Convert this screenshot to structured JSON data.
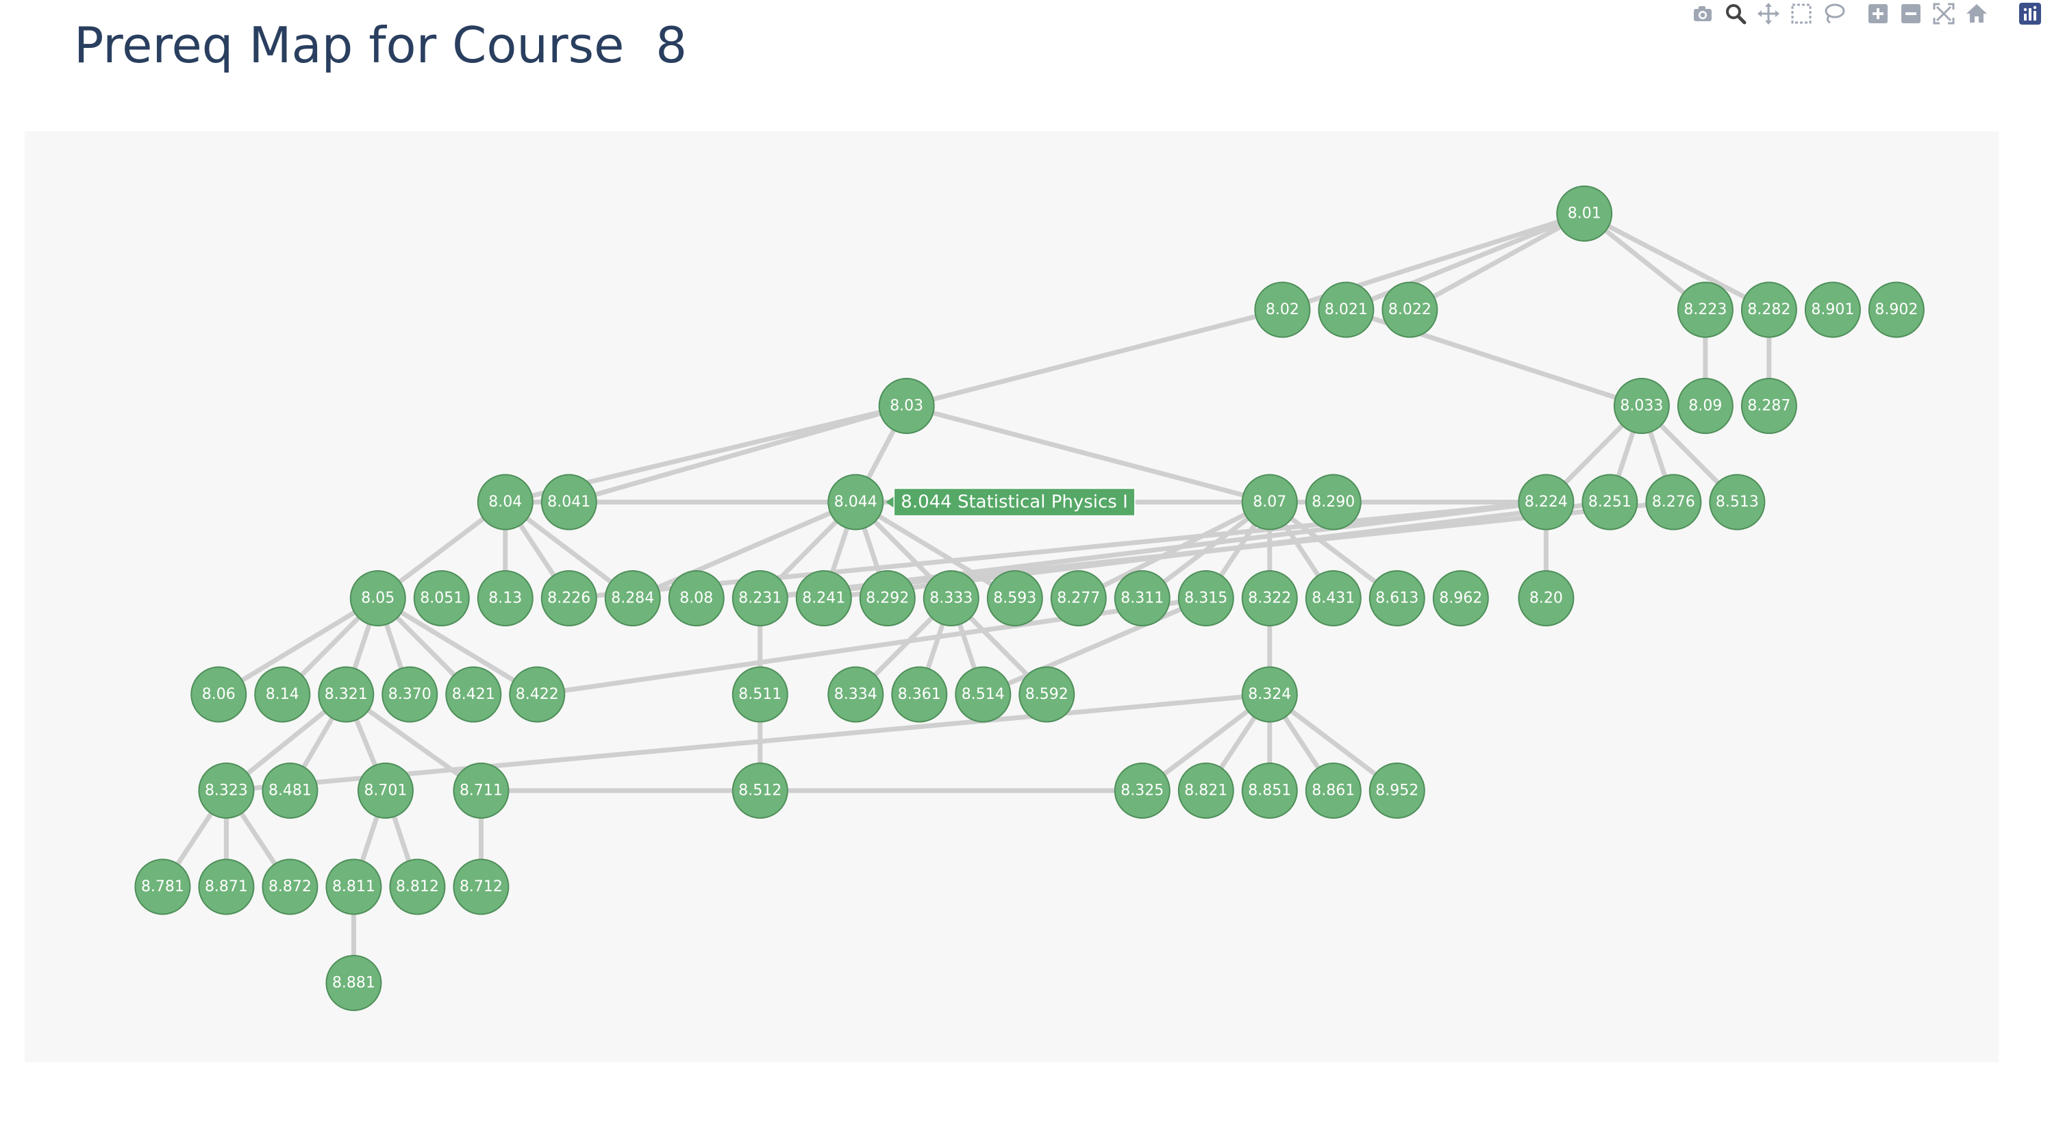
{
  "title": "Prereq Map for Course  8",
  "colors": {
    "node": "#6fb47a",
    "edge": "#cfcfcf",
    "plot_bg": "#f7f7f7",
    "title": "#2a3f5f",
    "icon": "#a0a7b4",
    "brand": "#3b4f8a"
  },
  "modebar": {
    "buttons": [
      "camera-icon",
      "zoom-icon",
      "pan-icon",
      "box-select-icon",
      "lasso-icon",
      "zoom-in-icon",
      "zoom-out-icon",
      "autoscale-icon",
      "home-icon",
      "plotly-logo-icon"
    ],
    "active": "zoom-icon"
  },
  "hover": {
    "node": "8.044",
    "label": "8.044 Statistical Physics I"
  },
  "graph": {
    "nodes": [
      {
        "id": "8.01",
        "row": 0,
        "col": 11.2
      },
      {
        "id": "8.02",
        "row": 1,
        "col": 8.83
      },
      {
        "id": "8.021",
        "row": 1,
        "col": 9.33
      },
      {
        "id": "8.022",
        "row": 1,
        "col": 9.83
      },
      {
        "id": "8.223",
        "row": 1,
        "col": 12.15
      },
      {
        "id": "8.282",
        "row": 1,
        "col": 12.65
      },
      {
        "id": "8.901",
        "row": 1,
        "col": 13.15
      },
      {
        "id": "8.902",
        "row": 1,
        "col": 13.65
      },
      {
        "id": "8.03",
        "row": 2,
        "col": 5.88
      },
      {
        "id": "8.033",
        "row": 2,
        "col": 11.65
      },
      {
        "id": "8.09",
        "row": 2,
        "col": 12.15
      },
      {
        "id": "8.287",
        "row": 2,
        "col": 12.65
      },
      {
        "id": "8.04",
        "row": 3,
        "col": 2.73
      },
      {
        "id": "8.041",
        "row": 3,
        "col": 3.23
      },
      {
        "id": "8.044",
        "row": 3,
        "col": 5.48
      },
      {
        "id": "8.07",
        "row": 3,
        "col": 8.73
      },
      {
        "id": "8.290",
        "row": 3,
        "col": 9.23
      },
      {
        "id": "8.224",
        "row": 3,
        "col": 10.9
      },
      {
        "id": "8.251",
        "row": 3,
        "col": 11.4
      },
      {
        "id": "8.276",
        "row": 3,
        "col": 11.9
      },
      {
        "id": "8.513",
        "row": 3,
        "col": 12.4
      },
      {
        "id": "8.05",
        "row": 4,
        "col": 1.73
      },
      {
        "id": "8.051",
        "row": 4,
        "col": 2.23
      },
      {
        "id": "8.13",
        "row": 4,
        "col": 2.73
      },
      {
        "id": "8.226",
        "row": 4,
        "col": 3.23
      },
      {
        "id": "8.284",
        "row": 4,
        "col": 3.73
      },
      {
        "id": "8.08",
        "row": 4,
        "col": 4.23
      },
      {
        "id": "8.231",
        "row": 4,
        "col": 4.73
      },
      {
        "id": "8.241",
        "row": 4,
        "col": 5.23
      },
      {
        "id": "8.292",
        "row": 4,
        "col": 5.73
      },
      {
        "id": "8.333",
        "row": 4,
        "col": 6.23
      },
      {
        "id": "8.593",
        "row": 4,
        "col": 6.73
      },
      {
        "id": "8.277",
        "row": 4,
        "col": 7.23
      },
      {
        "id": "8.311",
        "row": 4,
        "col": 7.73
      },
      {
        "id": "8.315",
        "row": 4,
        "col": 8.23
      },
      {
        "id": "8.322",
        "row": 4,
        "col": 8.73
      },
      {
        "id": "8.431",
        "row": 4,
        "col": 9.23
      },
      {
        "id": "8.613",
        "row": 4,
        "col": 9.73
      },
      {
        "id": "8.962",
        "row": 4,
        "col": 10.23
      },
      {
        "id": "8.20",
        "row": 4,
        "col": 10.9
      },
      {
        "id": "8.06",
        "row": 5,
        "col": 0.48
      },
      {
        "id": "8.14",
        "row": 5,
        "col": 0.98
      },
      {
        "id": "8.321",
        "row": 5,
        "col": 1.48
      },
      {
        "id": "8.370",
        "row": 5,
        "col": 1.98
      },
      {
        "id": "8.421",
        "row": 5,
        "col": 2.48
      },
      {
        "id": "8.422",
        "row": 5,
        "col": 2.98
      },
      {
        "id": "8.511",
        "row": 5,
        "col": 4.73
      },
      {
        "id": "8.334",
        "row": 5,
        "col": 5.48
      },
      {
        "id": "8.361",
        "row": 5,
        "col": 5.98
      },
      {
        "id": "8.514",
        "row": 5,
        "col": 6.48
      },
      {
        "id": "8.592",
        "row": 5,
        "col": 6.98
      },
      {
        "id": "8.324",
        "row": 5,
        "col": 8.73
      },
      {
        "id": "8.323",
        "row": 6,
        "col": 0.54
      },
      {
        "id": "8.481",
        "row": 6,
        "col": 1.04
      },
      {
        "id": "8.701",
        "row": 6,
        "col": 1.79
      },
      {
        "id": "8.711",
        "row": 6,
        "col": 2.54
      },
      {
        "id": "8.512",
        "row": 6,
        "col": 4.73
      },
      {
        "id": "8.325",
        "row": 6,
        "col": 7.73
      },
      {
        "id": "8.821",
        "row": 6,
        "col": 8.23
      },
      {
        "id": "8.851",
        "row": 6,
        "col": 8.73
      },
      {
        "id": "8.861",
        "row": 6,
        "col": 9.23
      },
      {
        "id": "8.952",
        "row": 6,
        "col": 9.73
      },
      {
        "id": "8.781",
        "row": 7,
        "col": 0.04
      },
      {
        "id": "8.871",
        "row": 7,
        "col": 0.54
      },
      {
        "id": "8.872",
        "row": 7,
        "col": 1.04
      },
      {
        "id": "8.811",
        "row": 7,
        "col": 1.54
      },
      {
        "id": "8.812",
        "row": 7,
        "col": 2.04
      },
      {
        "id": "8.712",
        "row": 7,
        "col": 2.54
      },
      {
        "id": "8.881",
        "row": 8,
        "col": 1.54
      }
    ],
    "edges": [
      [
        "8.01",
        "8.02"
      ],
      [
        "8.01",
        "8.021"
      ],
      [
        "8.01",
        "8.022"
      ],
      [
        "8.01",
        "8.223"
      ],
      [
        "8.01",
        "8.282"
      ],
      [
        "8.02",
        "8.03"
      ],
      [
        "8.021",
        "8.033"
      ],
      [
        "8.223",
        "8.09"
      ],
      [
        "8.282",
        "8.287"
      ],
      [
        "8.03",
        "8.04"
      ],
      [
        "8.03",
        "8.041"
      ],
      [
        "8.03",
        "8.044"
      ],
      [
        "8.03",
        "8.07"
      ],
      [
        "8.033",
        "8.224"
      ],
      [
        "8.033",
        "8.251"
      ],
      [
        "8.033",
        "8.276"
      ],
      [
        "8.033",
        "8.513"
      ],
      [
        "8.04",
        "8.044"
      ],
      [
        "8.044",
        "8.07"
      ],
      [
        "8.07",
        "8.224"
      ],
      [
        "8.04",
        "8.05"
      ],
      [
        "8.04",
        "8.13"
      ],
      [
        "8.04",
        "8.226"
      ],
      [
        "8.04",
        "8.284"
      ],
      [
        "8.044",
        "8.284"
      ],
      [
        "8.044",
        "8.231"
      ],
      [
        "8.044",
        "8.241"
      ],
      [
        "8.044",
        "8.292"
      ],
      [
        "8.044",
        "8.333"
      ],
      [
        "8.044",
        "8.593"
      ],
      [
        "8.07",
        "8.311"
      ],
      [
        "8.07",
        "8.315"
      ],
      [
        "8.07",
        "8.322"
      ],
      [
        "8.07",
        "8.431"
      ],
      [
        "8.07",
        "8.613"
      ],
      [
        "8.07",
        "8.277"
      ],
      [
        "8.224",
        "8.20"
      ],
      [
        "8.224",
        "8.226"
      ],
      [
        "8.224",
        "8.231"
      ],
      [
        "8.251",
        "8.241"
      ],
      [
        "8.276",
        "8.231"
      ],
      [
        "8.05",
        "8.06"
      ],
      [
        "8.05",
        "8.14"
      ],
      [
        "8.05",
        "8.321"
      ],
      [
        "8.05",
        "8.370"
      ],
      [
        "8.05",
        "8.421"
      ],
      [
        "8.05",
        "8.422"
      ],
      [
        "8.231",
        "8.511"
      ],
      [
        "8.333",
        "8.334"
      ],
      [
        "8.333",
        "8.361"
      ],
      [
        "8.333",
        "8.514"
      ],
      [
        "8.333",
        "8.592"
      ],
      [
        "8.315",
        "8.422"
      ],
      [
        "8.315",
        "8.514"
      ],
      [
        "8.322",
        "8.324"
      ],
      [
        "8.321",
        "8.323"
      ],
      [
        "8.321",
        "8.481"
      ],
      [
        "8.321",
        "8.701"
      ],
      [
        "8.321",
        "8.711"
      ],
      [
        "8.511",
        "8.512"
      ],
      [
        "8.711",
        "8.512"
      ],
      [
        "8.512",
        "8.325"
      ],
      [
        "8.324",
        "8.323"
      ],
      [
        "8.324",
        "8.325"
      ],
      [
        "8.324",
        "8.821"
      ],
      [
        "8.324",
        "8.851"
      ],
      [
        "8.324",
        "8.861"
      ],
      [
        "8.324",
        "8.952"
      ],
      [
        "8.323",
        "8.781"
      ],
      [
        "8.323",
        "8.871"
      ],
      [
        "8.323",
        "8.872"
      ],
      [
        "8.701",
        "8.811"
      ],
      [
        "8.701",
        "8.812"
      ],
      [
        "8.711",
        "8.712"
      ],
      [
        "8.811",
        "8.881"
      ]
    ]
  }
}
